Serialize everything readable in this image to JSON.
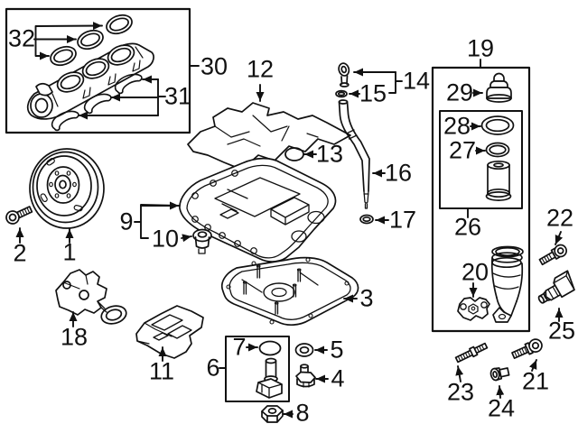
{
  "style": {
    "background": "#ffffff",
    "line_color": "#111111",
    "label_color": "#111111"
  },
  "callouts": {
    "1": "1",
    "2": "2",
    "3": "3",
    "4": "4",
    "5": "5",
    "6": "6",
    "7": "7",
    "8": "8",
    "9": "9",
    "10": "10",
    "11": "11",
    "12": "12",
    "13": "13",
    "14": "14",
    "15": "15",
    "16": "16",
    "17": "17",
    "18": "18",
    "19": "19",
    "20": "20",
    "21": "21",
    "22": "22",
    "23": "23",
    "24": "24",
    "25": "25",
    "26": "26",
    "27": "27",
    "28": "28",
    "29": "29",
    "30": "30",
    "31": "31",
    "32": "32"
  }
}
